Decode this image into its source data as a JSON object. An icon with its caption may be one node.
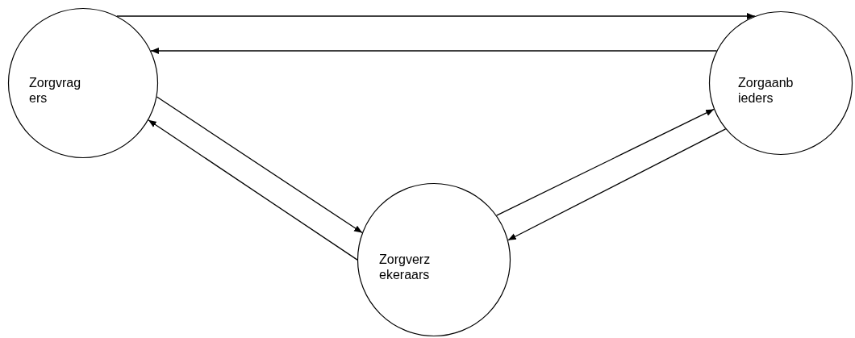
{
  "diagram": {
    "nodes": [
      {
        "text": [
          "Zorgvrag ers"
        ]
      },
      {
        "text": [
          "Zorgaanb ieders"
        ]
      },
      {
        "text": [
          "Zorgverz ekeraars"
        ]
      }
    ],
    "edges": [
      {
        "from": 0,
        "to": 1,
        "arrow": "to"
      },
      {
        "from": 1,
        "to": 0,
        "arrow": "to"
      },
      {
        "from": 0,
        "to": 2,
        "arrow": "to"
      },
      {
        "from": 2,
        "to": 0,
        "arrow": "to"
      },
      {
        "from": 2,
        "to": 1,
        "arrow": "to"
      },
      {
        "from": 1,
        "to": 2,
        "arrow": "to"
      }
    ]
  }
}
